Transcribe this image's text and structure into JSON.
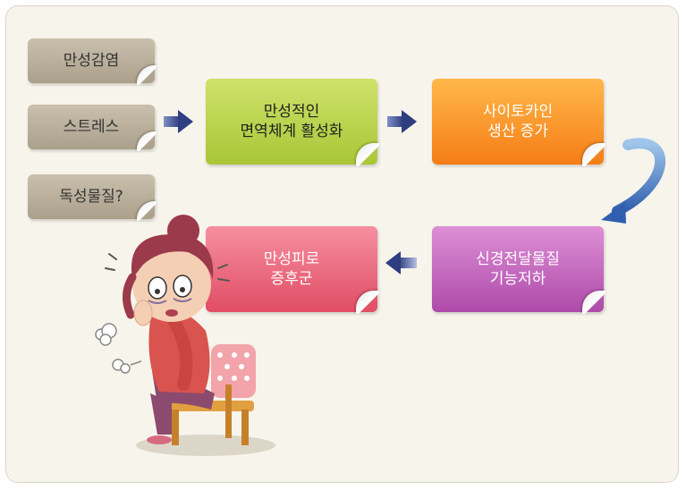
{
  "causes": [
    {
      "label": "만성감염"
    },
    {
      "label": "스트레스"
    },
    {
      "label": "독성물질?"
    }
  ],
  "steps": [
    {
      "label": "만성적인\n면역체계 활성화",
      "color": "#bcd44a"
    },
    {
      "label": "사이토카인\n생산 증가",
      "color": "#f89a2c"
    },
    {
      "label": "신경전달물질\n기능저하",
      "color": "#c56ac0"
    },
    {
      "label": "만성피로\n증후군",
      "color": "#ec6d80"
    }
  ],
  "arrow_color": "#3a4a8a",
  "curve_arrow_color": "#3f6fb8"
}
